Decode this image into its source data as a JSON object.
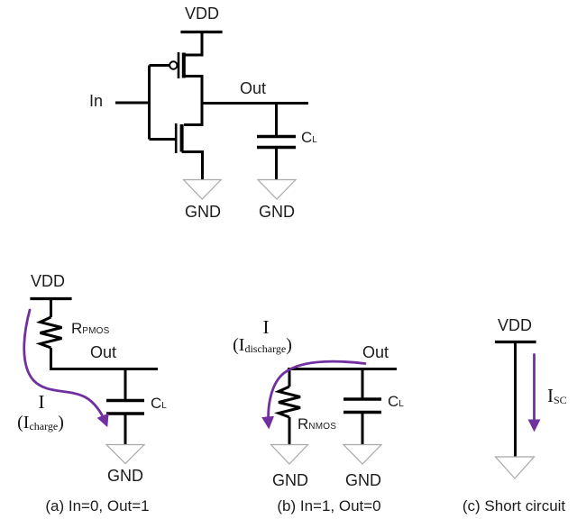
{
  "palette": {
    "wire": "#000000",
    "ground_outline": "#a8a8a8",
    "current_arrow": "#7030A0",
    "text": "#1c1c1c"
  },
  "inverter": {
    "vdd": "VDD",
    "input": "In",
    "output": "Out",
    "cap": {
      "base": "C",
      "sub": "L"
    },
    "gnd_left": "GND",
    "gnd_right": "GND"
  },
  "panel_a": {
    "vdd": "VDD",
    "resistor": {
      "base": "R",
      "sub": "PMOS"
    },
    "output": "Out",
    "cap": {
      "base": "C",
      "sub": "L"
    },
    "gnd": "GND",
    "current": "I",
    "current_detail": {
      "open": "(",
      "base": "I",
      "sub": "charge",
      "close": ")"
    },
    "caption": "(a) In=0, Out=1"
  },
  "panel_b": {
    "current": "I",
    "current_detail": {
      "open": "(",
      "base": "I",
      "sub": "discharge",
      "close": ")"
    },
    "output": "Out",
    "resistor": {
      "base": "R",
      "sub": "NMOS"
    },
    "cap": {
      "base": "C",
      "sub": "L"
    },
    "gnd_left": "GND",
    "gnd_right": "GND",
    "caption": "(b) In=1, Out=0"
  },
  "panel_c": {
    "vdd": "VDD",
    "current": {
      "base": "I",
      "sub": "SC"
    },
    "caption": "(c) Short circuit"
  }
}
